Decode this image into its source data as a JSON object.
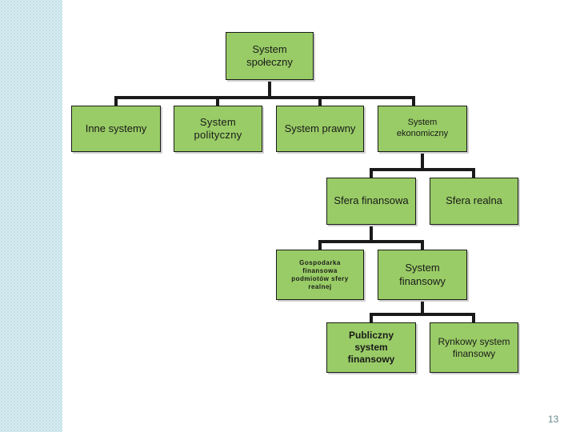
{
  "nodes": {
    "system_spoleczny": "System społeczny",
    "inne_systemy": "Inne systemy",
    "system_polityczny": "System polityczny",
    "system_prawny": "System prawny",
    "system_ekonomiczny": "System ekonomiczny",
    "sfera_finansowa": "Sfera finansowa",
    "sfera_realna": "Sfera realna",
    "gospodarka_finansowa": "Gospodarka finansowa podmiotów sfery realnej",
    "system_finansowy": "System finansowy",
    "publiczny_system": "Publiczny system finansowy",
    "rynkowy_system": "Rynkowy system finansowy"
  },
  "page_number": "13",
  "colors": {
    "node_fill": "#99cc66",
    "border": "#1a1a1a",
    "side_strip": "#d6ecf1"
  }
}
